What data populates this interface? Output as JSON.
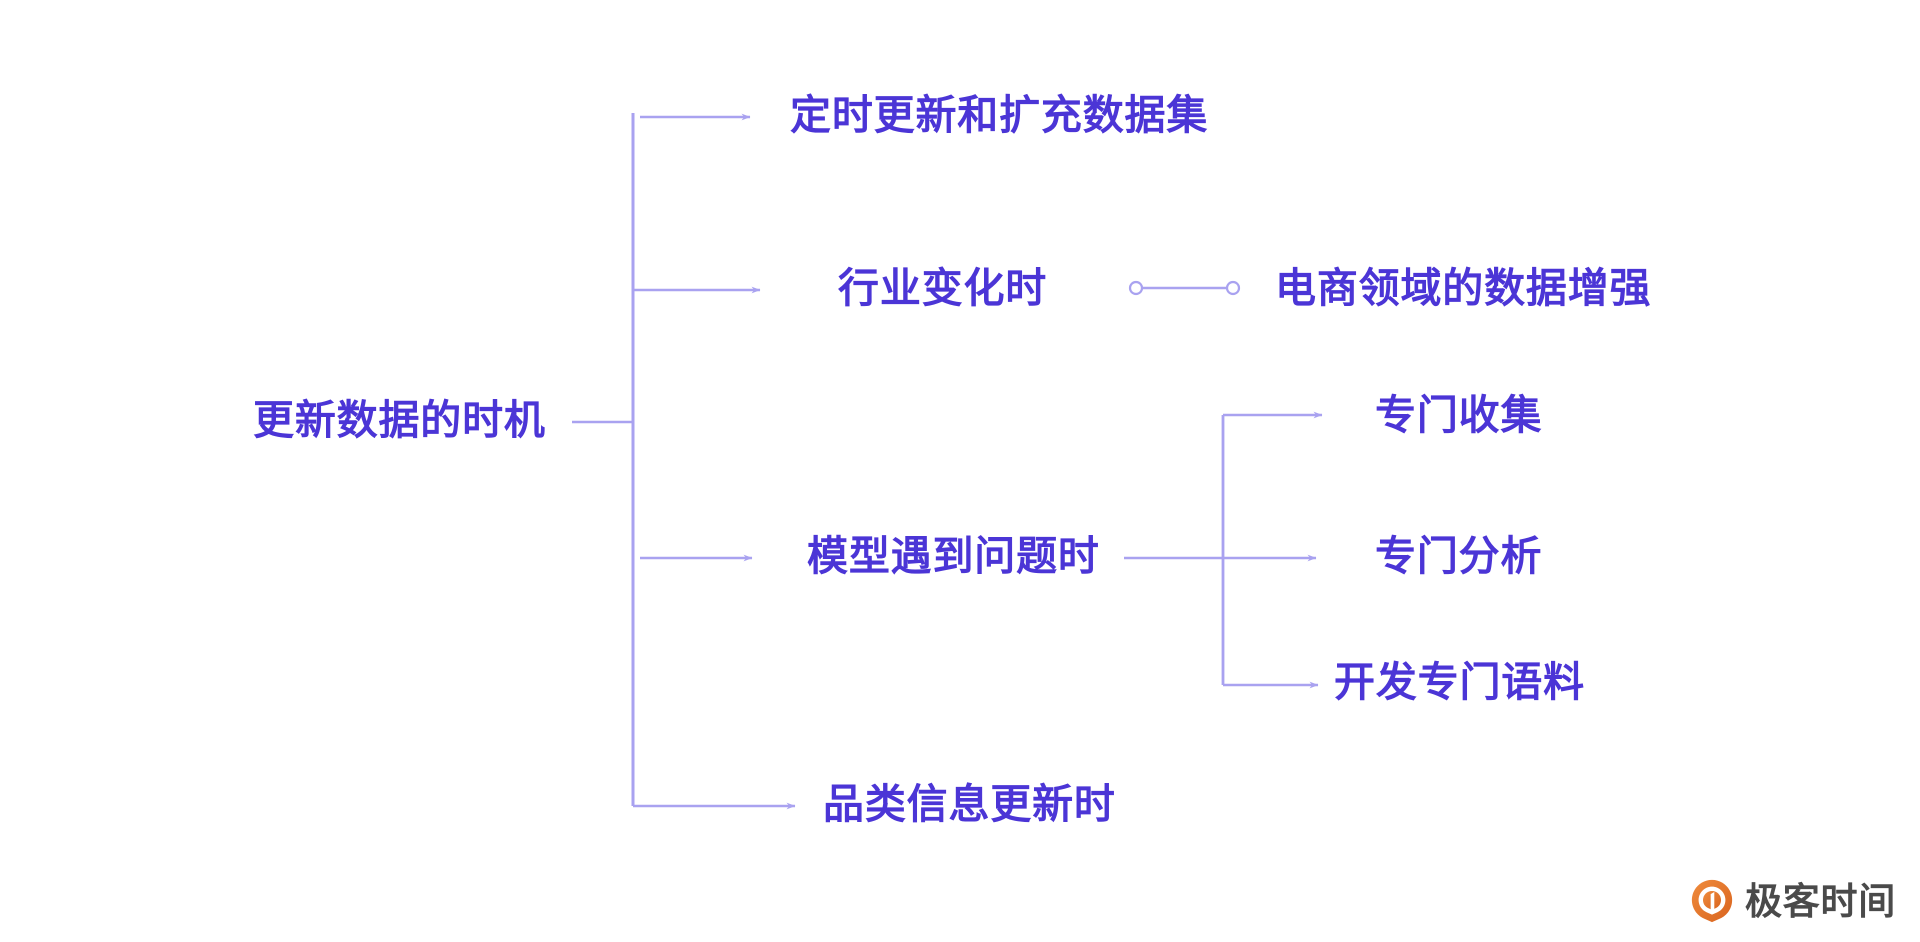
{
  "theme": {
    "background": "#ffffff",
    "node_color": "#4b35d6",
    "line_color": "#a9a2f0",
    "logo_orange": "#e8762c",
    "logo_text_color": "#4a4a4a"
  },
  "diagram": {
    "type": "mindmap",
    "root": {
      "label": "更新数据的时机"
    },
    "branches": [
      {
        "label": "定时更新和扩充数据集",
        "children": []
      },
      {
        "label": "行业变化时",
        "cross_link": {
          "label": "电商领域的数据增强",
          "connector": "circle-line-circle"
        },
        "children": []
      },
      {
        "label": "模型遇到问题时",
        "children": [
          {
            "label": "专门收集"
          },
          {
            "label": "专门分析"
          },
          {
            "label": "开发专门语料"
          }
        ]
      },
      {
        "label": "品类信息更新时",
        "children": []
      }
    ]
  },
  "watermark": {
    "brand": "极客时间",
    "icon": "geektime-logo-icon"
  }
}
